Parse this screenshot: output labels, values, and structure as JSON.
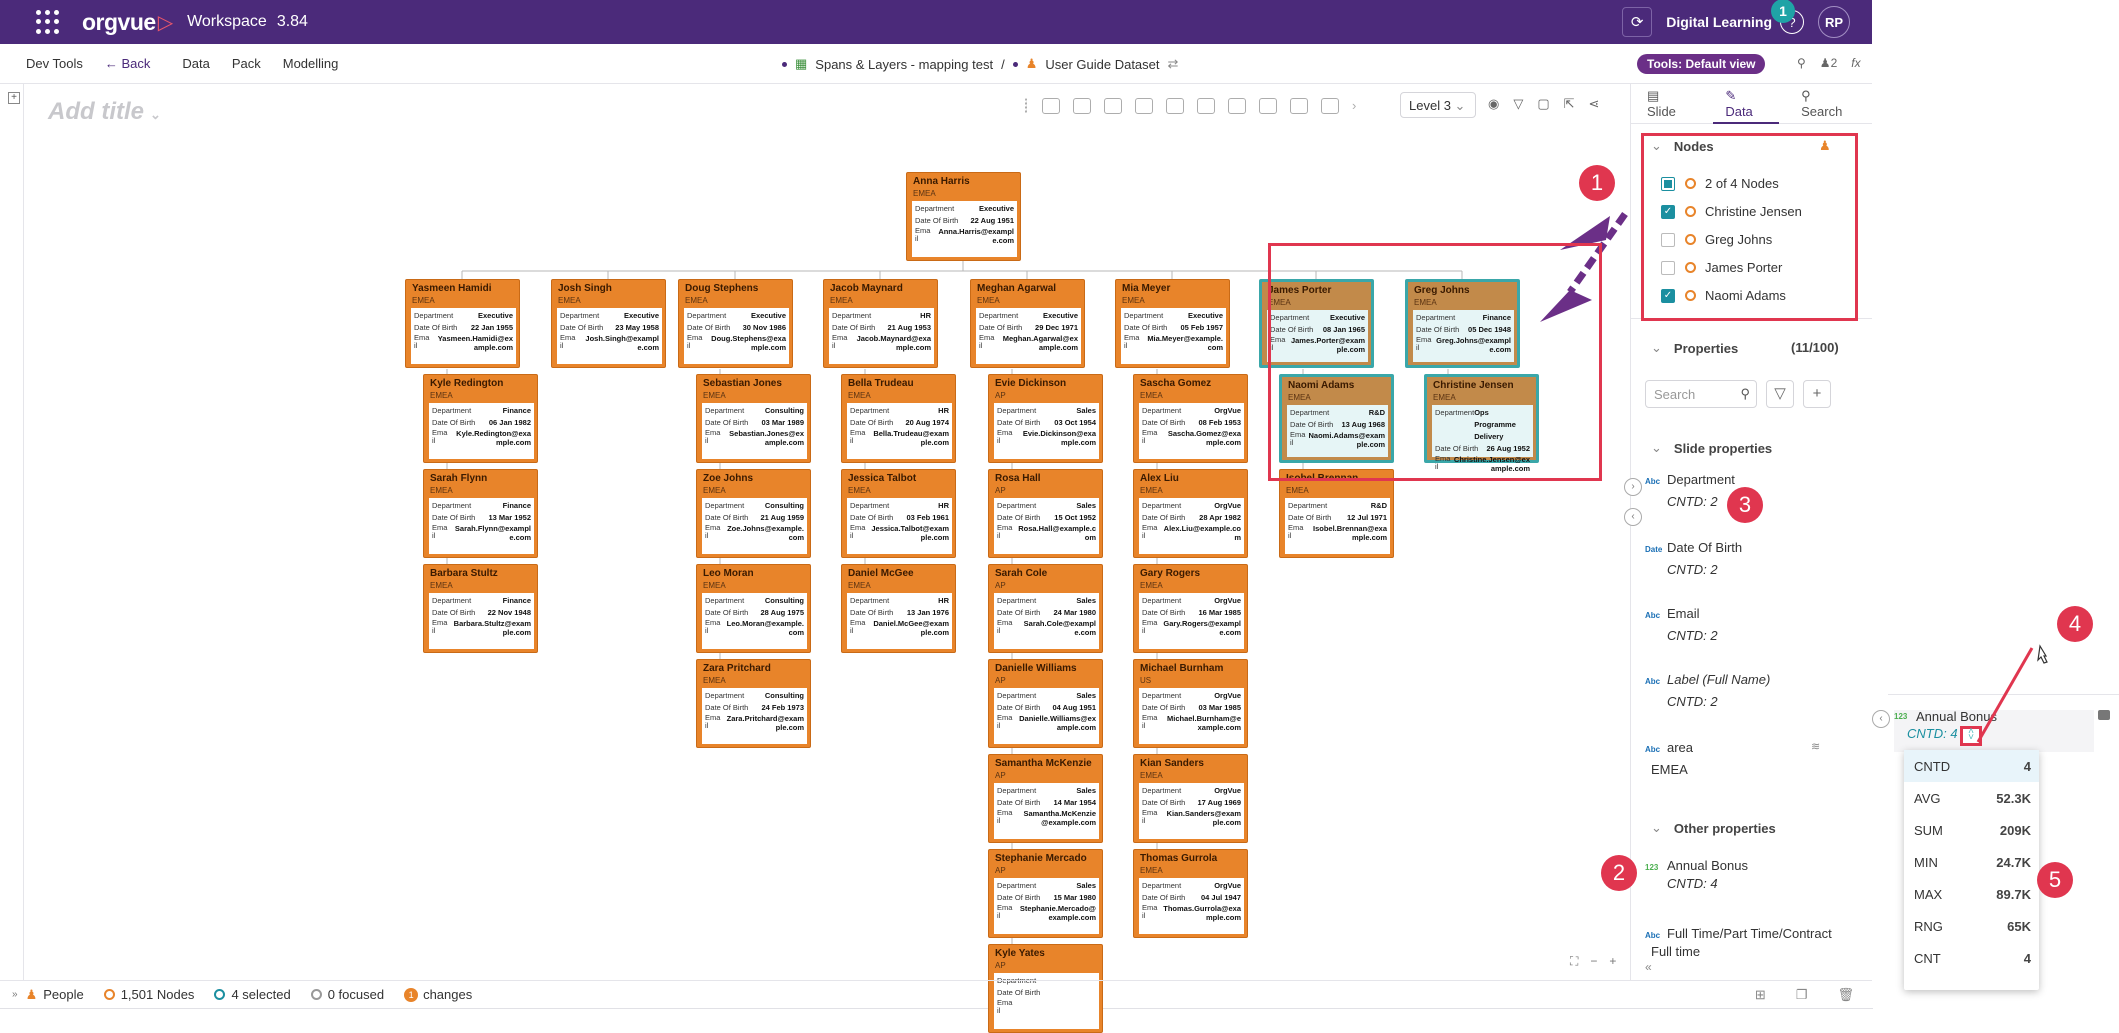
{
  "topbar": {
    "logo": "orgvue",
    "workspace": "Workspace",
    "version": "3.84",
    "org": "Digital Learning",
    "notif": "1",
    "help": "?",
    "avatar": "RP"
  },
  "menubar": {
    "dev_tools": "Dev Tools",
    "back": "Back",
    "data": "Data",
    "pack": "Pack",
    "modelling": "Modelling",
    "crumb1": "Spans & Layers - mapping test",
    "crumb_sep": "/",
    "crumb2": "User Guide Dataset",
    "tools": "Tools: Default view",
    "count": "2",
    "fx": "fx"
  },
  "canvas": {
    "title_placeholder": "Add title",
    "level": "Level 3"
  },
  "sidepanel": {
    "tabs": [
      "Slide",
      "Data",
      "Search"
    ],
    "nodes_header": "Nodes",
    "nodes_count": "2 of 4 Nodes",
    "nodes": [
      {
        "name": "Christine Jensen",
        "checked": true
      },
      {
        "name": "Greg Johns",
        "checked": false
      },
      {
        "name": "James Porter",
        "checked": false
      },
      {
        "name": "Naomi Adams",
        "checked": true
      }
    ],
    "properties_header": "Properties",
    "properties_count": "(11/100)",
    "search_placeholder": "Search",
    "slide_props_header": "Slide properties",
    "slide_props": [
      {
        "type": "Abc",
        "name": "Department",
        "cntd_label": "CNTD:",
        "cntd": "2"
      },
      {
        "type": "Date",
        "name": "Date Of Birth",
        "cntd_label": "CNTD:",
        "cntd": "2"
      },
      {
        "type": "Abc",
        "name": "Email",
        "cntd_label": "CNTD:",
        "cntd": "2"
      },
      {
        "type": "Abc",
        "name": "Label (Full Name)",
        "cntd_label": "CNTD:",
        "cntd": "2"
      },
      {
        "type": "Abc",
        "name": "area",
        "value": "EMEA"
      }
    ],
    "other_props_header": "Other properties",
    "other_props": [
      {
        "type": "123",
        "name": "Annual Bonus",
        "cntd_label": "CNTD:",
        "cntd": "4"
      },
      {
        "type": "Abc",
        "name": "Full Time/Part Time/Contract",
        "value": "Full time"
      }
    ]
  },
  "popout": {
    "prop_type": "123",
    "prop_name": "Annual Bonus",
    "cntd_label": "CNTD: 4",
    "stats": [
      {
        "label": "CNTD",
        "value": "4"
      },
      {
        "label": "AVG",
        "value": "52.3K"
      },
      {
        "label": "SUM",
        "value": "209K"
      },
      {
        "label": "MIN",
        "value": "24.7K"
      },
      {
        "label": "MAX",
        "value": "89.7K"
      },
      {
        "label": "RNG",
        "value": "65K"
      },
      {
        "label": "CNT",
        "value": "4"
      }
    ]
  },
  "bottombar": {
    "people": "People",
    "nodes": "1,501 Nodes",
    "selected": "4 selected",
    "focused": "0 focused",
    "changes_num": "1",
    "changes": "changes"
  },
  "annotations": [
    "1",
    "2",
    "3",
    "4",
    "5"
  ],
  "labels": {
    "department": "Department",
    "dob": "Date Of Birth",
    "email": "Ema il"
  },
  "org_cards": [
    {
      "name": "Anna Harris",
      "region": "EMEA",
      "dept": "Executive",
      "dob": "22 Aug 1951",
      "email": "Anna.Harris@example.com"
    },
    {
      "name": "Yasmeen Hamidi",
      "region": "EMEA",
      "dept": "Executive",
      "dob": "22 Jan 1955",
      "email": "Yasmeen.Hamidi@example.com"
    },
    {
      "name": "Josh Singh",
      "region": "EMEA",
      "dept": "Executive",
      "dob": "23 May 1958",
      "email": "Josh.Singh@example.com"
    },
    {
      "name": "Doug Stephens",
      "region": "EMEA",
      "dept": "Executive",
      "dob": "30 Nov 1986",
      "email": "Doug.Stephens@example.com"
    },
    {
      "name": "Jacob Maynard",
      "region": "EMEA",
      "dept": "HR",
      "dob": "21 Aug 1953",
      "email": "Jacob.Maynard@example.com"
    },
    {
      "name": "Meghan Agarwal",
      "region": "EMEA",
      "dept": "Executive",
      "dob": "29 Dec 1971",
      "email": "Meghan.Agarwal@example.com"
    },
    {
      "name": "Mia Meyer",
      "region": "EMEA",
      "dept": "Executive",
      "dob": "05 Feb 1957",
      "email": "Mia.Meyer@example.com"
    },
    {
      "name": "James Porter",
      "region": "EMEA",
      "dept": "Executive",
      "dob": "08 Jan 1965",
      "email": "James.Porter@example.com"
    },
    {
      "name": "Greg Johns",
      "region": "EMEA",
      "dept": "Finance",
      "dob": "05 Dec 1948",
      "email": "Greg.Johns@example.com"
    },
    {
      "name": "Kyle Redington",
      "region": "EMEA",
      "dept": "Finance",
      "dob": "06 Jan 1982",
      "email": "Kyle.Redington@example.com"
    },
    {
      "name": "Sarah Flynn",
      "region": "EMEA",
      "dept": "Finance",
      "dob": "13 Mar 1952",
      "email": "Sarah.Flynn@example.com"
    },
    {
      "name": "Barbara Stultz",
      "region": "EMEA",
      "dept": "Finance",
      "dob": "22 Nov 1948",
      "email": "Barbara.Stultz@example.com"
    },
    {
      "name": "Sebastian Jones",
      "region": "EMEA",
      "dept": "Consulting",
      "dob": "03 Mar 1989",
      "email": "Sebastian.Jones@example.com"
    },
    {
      "name": "Zoe Johns",
      "region": "EMEA",
      "dept": "Consulting",
      "dob": "21 Aug 1959",
      "email": "Zoe.Johns@example.com"
    },
    {
      "name": "Leo Moran",
      "region": "EMEA",
      "dept": "Consulting",
      "dob": "28 Aug 1975",
      "email": "Leo.Moran@example.com"
    },
    {
      "name": "Zara Pritchard",
      "region": "EMEA",
      "dept": "Consulting",
      "dob": "24 Feb 1973",
      "email": "Zara.Pritchard@example.com"
    },
    {
      "name": "Bella Trudeau",
      "region": "EMEA",
      "dept": "HR",
      "dob": "20 Aug 1974",
      "email": "Bella.Trudeau@example.com"
    },
    {
      "name": "Jessica Talbot",
      "region": "EMEA",
      "dept": "HR",
      "dob": "03 Feb 1961",
      "email": "Jessica.Talbot@example.com"
    },
    {
      "name": "Daniel McGee",
      "region": "EMEA",
      "dept": "HR",
      "dob": "13 Jan 1976",
      "email": "Daniel.McGee@example.com"
    },
    {
      "name": "Evie Dickinson",
      "region": "AP",
      "dept": "Sales",
      "dob": "03 Oct 1954",
      "email": "Evie.Dickinson@example.com"
    },
    {
      "name": "Rosa Hall",
      "region": "AP",
      "dept": "Sales",
      "dob": "15 Oct 1952",
      "email": "Rosa.Hall@example.com"
    },
    {
      "name": "Sarah Cole",
      "region": "AP",
      "dept": "Sales",
      "dob": "24 Mar 1980",
      "email": "Sarah.Cole@example.com"
    },
    {
      "name": "Danielle Williams",
      "region": "AP",
      "dept": "Sales",
      "dob": "04 Aug 1951",
      "email": "Danielle.Williams@example.com"
    },
    {
      "name": "Samantha McKenzie",
      "region": "AP",
      "dept": "Sales",
      "dob": "14 Mar 1954",
      "email": "Samantha.McKenzie@example.com"
    },
    {
      "name": "Stephanie Mercado",
      "region": "AP",
      "dept": "Sales",
      "dob": "15 Mar 1980",
      "email": "Stephanie.Mercado@example.com"
    },
    {
      "name": "Kyle Yates",
      "region": "AP",
      "dept": "",
      "dob": "",
      "email": ""
    },
    {
      "name": "Sascha Gomez",
      "region": "EMEA",
      "dept": "OrgVue",
      "dob": "08 Feb 1953",
      "email": "Sascha.Gomez@example.com"
    },
    {
      "name": "Alex Liu",
      "region": "EMEA",
      "dept": "OrgVue",
      "dob": "28 Apr 1982",
      "email": "Alex.Liu@example.com"
    },
    {
      "name": "Gary Rogers",
      "region": "EMEA",
      "dept": "OrgVue",
      "dob": "16 Mar 1985",
      "email": "Gary.Rogers@example.com"
    },
    {
      "name": "Michael Burnham",
      "region": "US",
      "dept": "OrgVue",
      "dob": "03 Mar 1985",
      "email": "Michael.Burnham@example.com"
    },
    {
      "name": "Kian Sanders",
      "region": "EMEA",
      "dept": "OrgVue",
      "dob": "17 Aug 1969",
      "email": "Kian.Sanders@example.com"
    },
    {
      "name": "Thomas Gurrola",
      "region": "EMEA",
      "dept": "OrgVue",
      "dob": "04 Jul 1947",
      "email": "Thomas.Gurrola@example.com"
    },
    {
      "name": "Naomi Adams",
      "region": "EMEA",
      "dept": "R&D",
      "dob": "13 Aug 1968",
      "email": "Naomi.Adams@example.com"
    },
    {
      "name": "Christine Jensen",
      "region": "EMEA",
      "dept": "Ops Programme Delivery",
      "dob": "26 Aug 1952",
      "email": "Christine.Jensen@example.com"
    },
    {
      "name": "Isobel Brennan",
      "region": "EMEA",
      "dept": "R&D",
      "dob": "12 Jul 1971",
      "email": "Isobel.Brennan@example.com"
    }
  ]
}
